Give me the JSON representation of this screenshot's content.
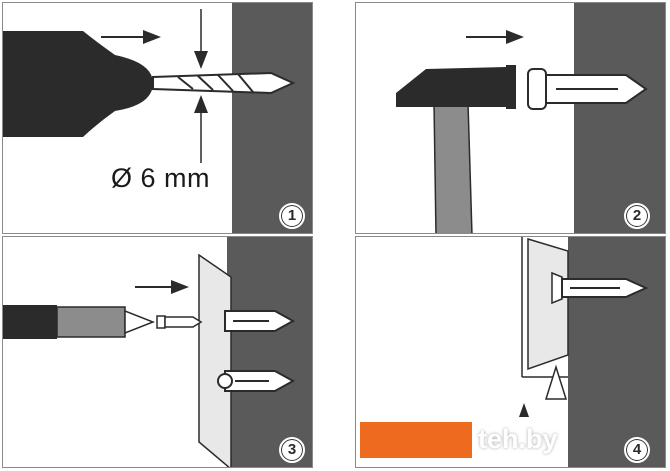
{
  "steps": [
    {
      "number": "1"
    },
    {
      "number": "2"
    },
    {
      "number": "3"
    },
    {
      "number": "4"
    }
  ],
  "drill_diameter_label": "Ø 6 mm",
  "watermark": {
    "text": "teh.by"
  },
  "colors": {
    "wall": "#5a5a5a",
    "accent": "#ee6a1e",
    "outline": "#2b2b2b"
  }
}
